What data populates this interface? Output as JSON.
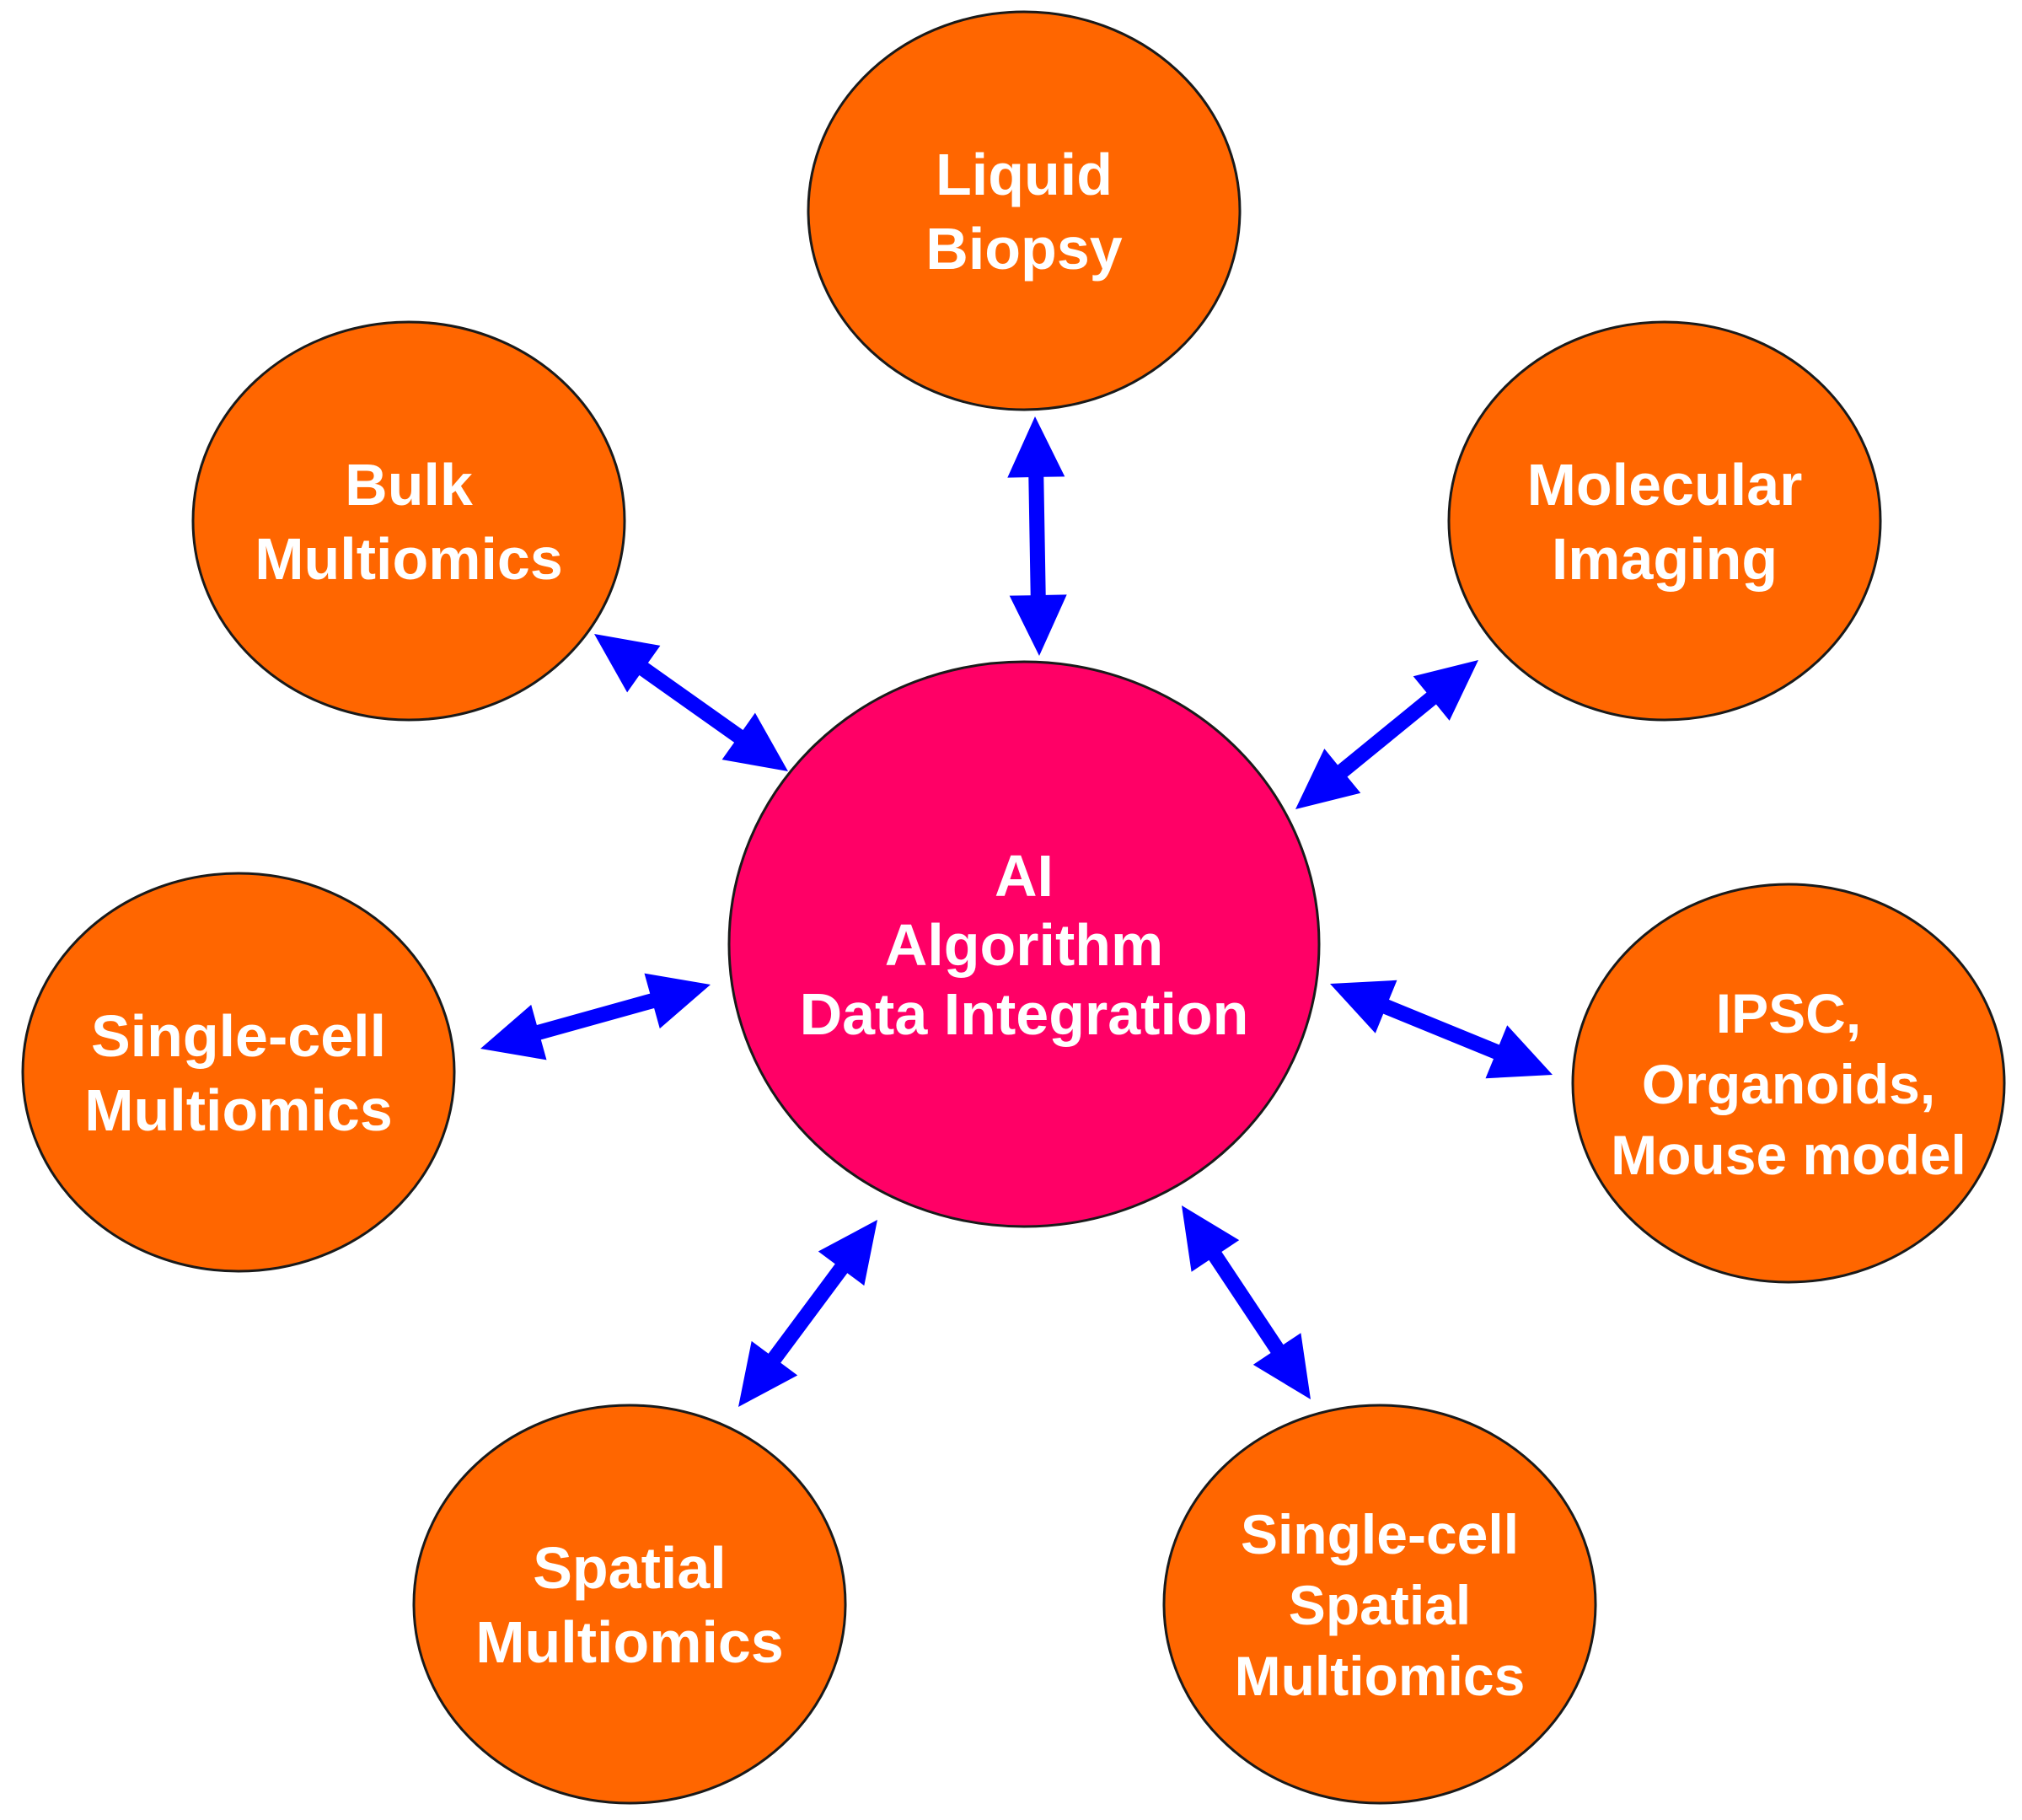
{
  "colors": {
    "satellite_fill": "#FF6600",
    "hub_fill": "#FF0066",
    "node_stroke": "#1a1a1a",
    "arrow": "#0000FF",
    "label": "#FFFFFF",
    "background": "#FFFFFF"
  },
  "hub": {
    "lines": [
      "AI",
      "Algorithm",
      "Data Integration"
    ]
  },
  "nodes": [
    {
      "id": "liquid-biopsy",
      "lines": [
        "Liquid",
        "Biopsy"
      ]
    },
    {
      "id": "molecular-imaging",
      "lines": [
        "Molecular",
        "Imaging"
      ]
    },
    {
      "id": "ipsc-organoids-mouse-model",
      "lines": [
        "IPSC,",
        "Organoids,",
        "Mouse model"
      ]
    },
    {
      "id": "single-cell-spatial-multiomics",
      "lines": [
        "Single-cell",
        "Spatial",
        "Multiomics"
      ]
    },
    {
      "id": "spatial-multiomics",
      "lines": [
        "Spatial",
        "Multiomics"
      ]
    },
    {
      "id": "single-cell-multiomics",
      "lines": [
        "Single-cell",
        "Multiomics"
      ]
    },
    {
      "id": "bulk-multiomics",
      "lines": [
        "Bulk",
        "Multiomics"
      ]
    }
  ],
  "connections": [
    {
      "from": "hub",
      "to": "liquid-biopsy",
      "style": "bidirectional"
    },
    {
      "from": "hub",
      "to": "molecular-imaging",
      "style": "bidirectional"
    },
    {
      "from": "hub",
      "to": "ipsc-organoids-mouse-model",
      "style": "bidirectional"
    },
    {
      "from": "hub",
      "to": "single-cell-spatial-multiomics",
      "style": "bidirectional"
    },
    {
      "from": "hub",
      "to": "spatial-multiomics",
      "style": "bidirectional"
    },
    {
      "from": "hub",
      "to": "single-cell-multiomics",
      "style": "bidirectional"
    },
    {
      "from": "hub",
      "to": "bulk-multiomics",
      "style": "bidirectional"
    }
  ]
}
